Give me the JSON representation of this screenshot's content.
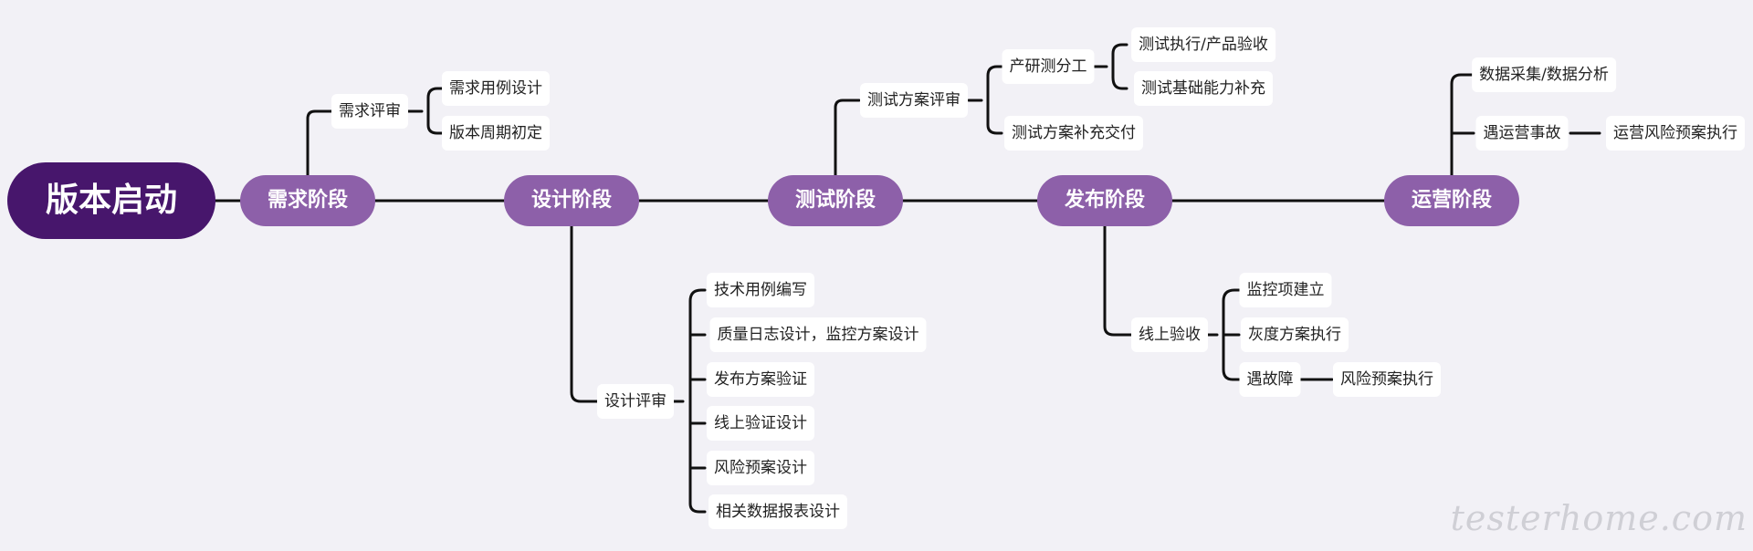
{
  "root": "版本启动",
  "stages": {
    "requirements": "需求阶段",
    "design": "设计阶段",
    "testing": "测试阶段",
    "release": "发布阶段",
    "operations": "运营阶段"
  },
  "requirements": {
    "review": "需求评审",
    "review_items": [
      "需求用例设计",
      "版本周期初定"
    ]
  },
  "design": {
    "review": "设计评审",
    "review_items": [
      "技术用例编写",
      "质量日志设计，监控方案设计",
      "发布方案验证",
      "线上验证设计",
      "风险预案设计",
      "相关数据报表设计"
    ]
  },
  "testing": {
    "plan_review": "测试方案评审",
    "division": "产研测分工",
    "division_items": [
      "测试执行/产品验收",
      "测试基础能力补充"
    ],
    "plan_delivery": "测试方案补充交付"
  },
  "release": {
    "online_check": "线上验收",
    "monitor": "监控项建立",
    "gray": "灰度方案执行",
    "fault": "遇故障",
    "fault_action": "风险预案执行"
  },
  "operations": {
    "data": "数据采集/数据分析",
    "incident": "遇运营事故",
    "incident_action": "运营风险预案执行"
  },
  "watermark": "testerhome.com"
}
